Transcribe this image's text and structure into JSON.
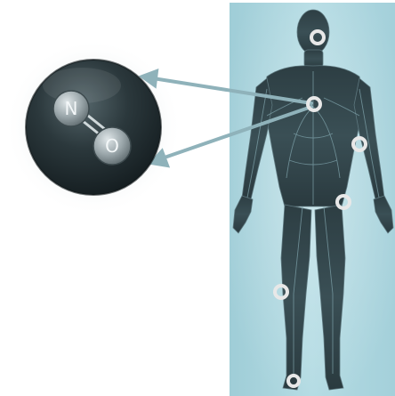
{
  "molecule": {
    "atoms": [
      {
        "id": "nitrogen",
        "symbol": "N"
      },
      {
        "id": "oxygen",
        "symbol": "O"
      }
    ],
    "bond": "double"
  },
  "body_panel": {
    "background_color": "#a9d3dc",
    "marker_count": 6
  },
  "colors": {
    "arrow": "#8fb2ba",
    "marker_ring": "#e8e8e8",
    "sphere_dark": "#1e2a2e",
    "atom": "#9aa6aa"
  }
}
